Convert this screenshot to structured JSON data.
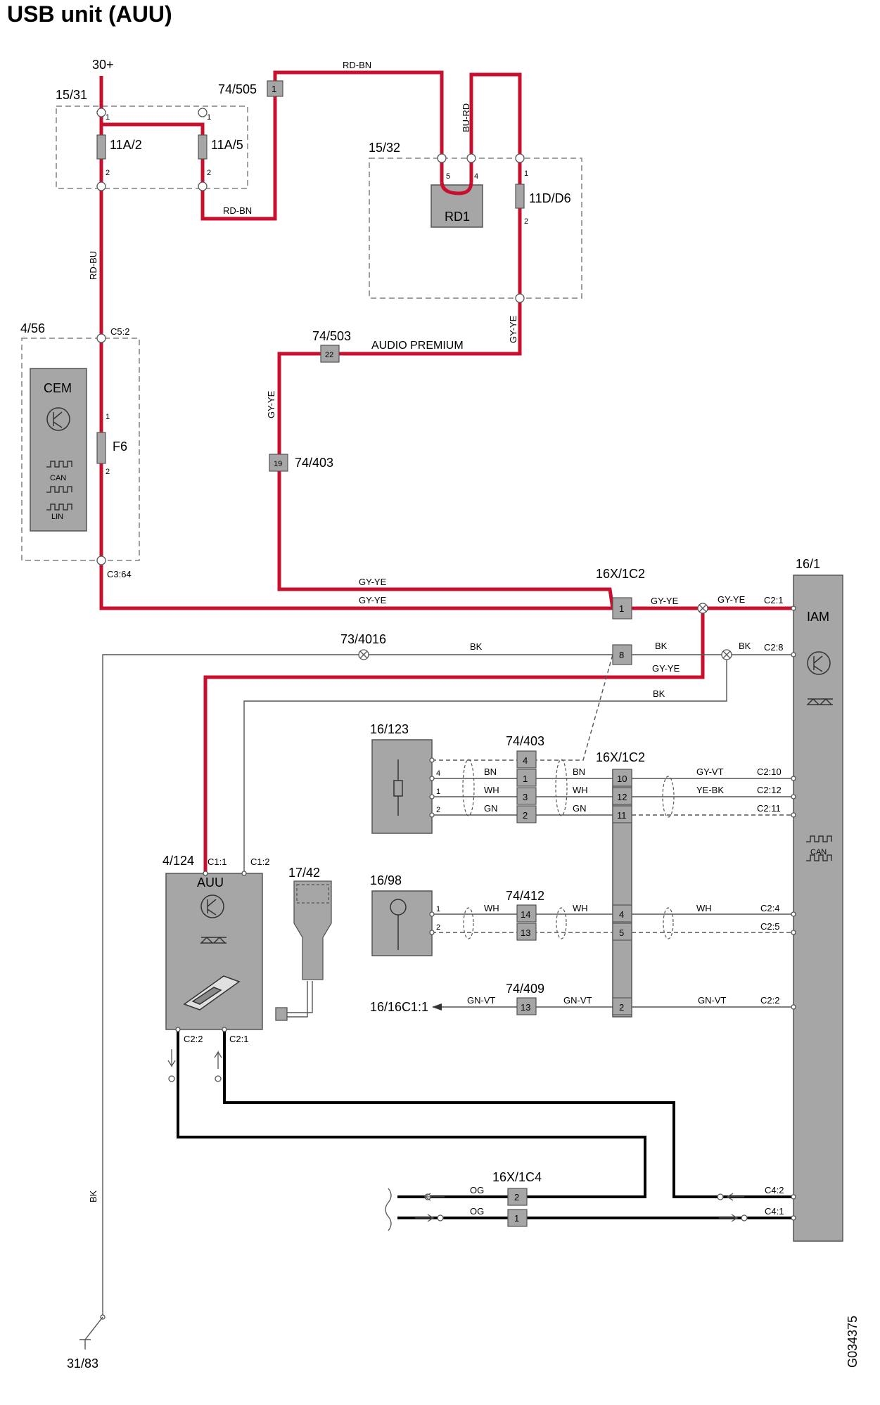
{
  "title": "USB unit (AUU)",
  "figure_id": "G034375",
  "colors": {
    "power_wire": "#c8102e",
    "signal_wire": "#555555",
    "bus_wire": "#000000",
    "module_fill": "#a6a6a6",
    "dashed_box": "#808080"
  },
  "labels": {
    "supply": "30+",
    "ground": "31/83",
    "fusebox_1": "15/31",
    "fuse_11a2": "11A/2",
    "fuse_11a5": "11A/5",
    "conn_74_505": "74/505",
    "conn_74_505_pin": "1",
    "relay_box": "15/32",
    "relay": "RD1",
    "fuse_11d": "11D/D6",
    "cem_box": "4/56",
    "cem": "CEM",
    "can": "CAN",
    "lin": "LIN",
    "fuse_f6": "F6",
    "c52": "C5:2",
    "c364": "C3:64",
    "conn_74_503": "74/503",
    "conn_74_503_pin": "22",
    "audio_premium": "AUDIO PREMIUM",
    "conn_74_403a": "74/403",
    "conn_74_403a_pin": "19",
    "conn_16x1c2_top": "16X/1C2",
    "iam_box": "16/1",
    "iam": "IAM",
    "splice_73_4016": "73/4016",
    "jack_16_123": "16/123",
    "conn_74_403b": "74/403",
    "conn_16x1c2_mid": "16X/1C2",
    "auu_box": "4/124",
    "auu": "AUU",
    "c11": "C1:1",
    "c12": "C1:2",
    "usb_17_42": "17/42",
    "mic_16_98": "16/98",
    "conn_74_412": "74/412",
    "conn_74_409": "74/409",
    "to_16_16c1": "16/16C1:1",
    "c22_auu": "C2:2",
    "c21_auu": "C2:1",
    "conn_16x1c4": "16X/1C4"
  },
  "wires": {
    "rd_bn": "RD-BN",
    "bu_rd": "BU-RD",
    "rd_bu": "RD-BU",
    "gy_ye": "GY-YE",
    "bk": "BK",
    "bn": "BN",
    "wh": "WH",
    "gn": "GN",
    "gy_vt": "GY-VT",
    "ye_bk": "YE-BK",
    "gn_vt": "GN-VT",
    "og": "OG"
  },
  "pins": {
    "p1": "1",
    "p2": "2",
    "p3": "3",
    "p4": "4",
    "p5": "5",
    "p8": "8",
    "p10": "10",
    "p11": "11",
    "p12": "12",
    "p13": "13",
    "p14": "14",
    "c2_1": "C2:1",
    "c2_8": "C2:8",
    "c2_10": "C2:10",
    "c2_12": "C2:12",
    "c2_11": "C2:11",
    "c2_4": "C2:4",
    "c2_5": "C2:5",
    "c2_2": "C2:2",
    "c4_2": "C4:2",
    "c4_1": "C4:1"
  }
}
